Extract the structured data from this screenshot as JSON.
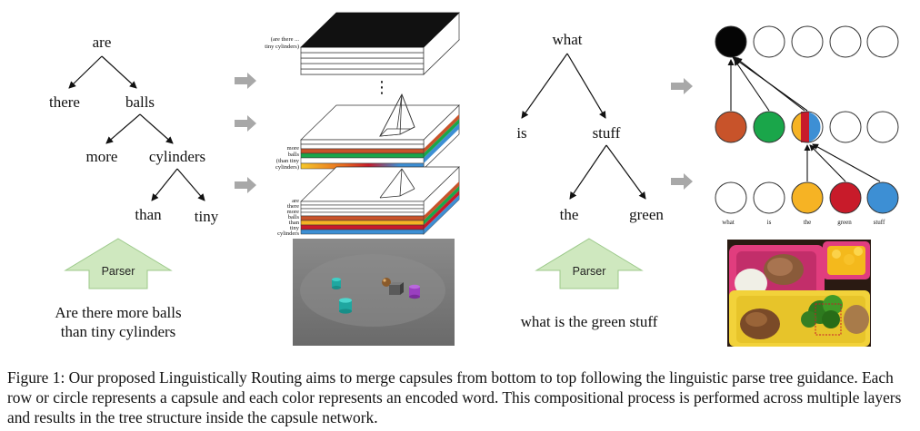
{
  "left_example": {
    "tree": {
      "are": "are",
      "there": "there",
      "balls": "balls",
      "more": "more",
      "cylinders": "cylinders",
      "than": "than",
      "tiny": "tiny"
    },
    "parser_label": "Parser",
    "sentence_line1": "Are there more balls",
    "sentence_line2": "than tiny cylinders",
    "stack_top_label_line1": "(are there ...",
    "stack_top_label_line2": "tiny cylinders)",
    "stack_mid_labels": [
      "more",
      "balls",
      "(than tiny",
      "cylinders)"
    ],
    "stack_bottom_labels": [
      "are",
      "there",
      "more",
      "balls",
      "than",
      "tiny",
      "cylinders"
    ],
    "ellipsis": "⋮"
  },
  "right_example": {
    "tree": {
      "what": "what",
      "is": "is",
      "stuff": "stuff",
      "the": "the",
      "green": "green"
    },
    "parser_label": "Parser",
    "sentence": "what is the green stuff",
    "circle_labels": [
      "what",
      "is",
      "the",
      "green",
      "stuff"
    ]
  },
  "colors": {
    "brown": "#c8532a",
    "green": "#1aa64a",
    "yellow": "#f6b324",
    "red": "#c81b2a",
    "blue": "#3d8fd4",
    "parser_fill": "#cfe8bf",
    "arrow_gray": "#a8a8a8"
  },
  "caption": "Figure 1: Our proposed Linguistically Routing aims to merge capsules from bottom to top following the linguistic parse tree guidance. Each row or circle represents a capsule and each color represents an encoded word. This compositional process is performed across multiple layers and results in the tree structure inside the capsule network."
}
